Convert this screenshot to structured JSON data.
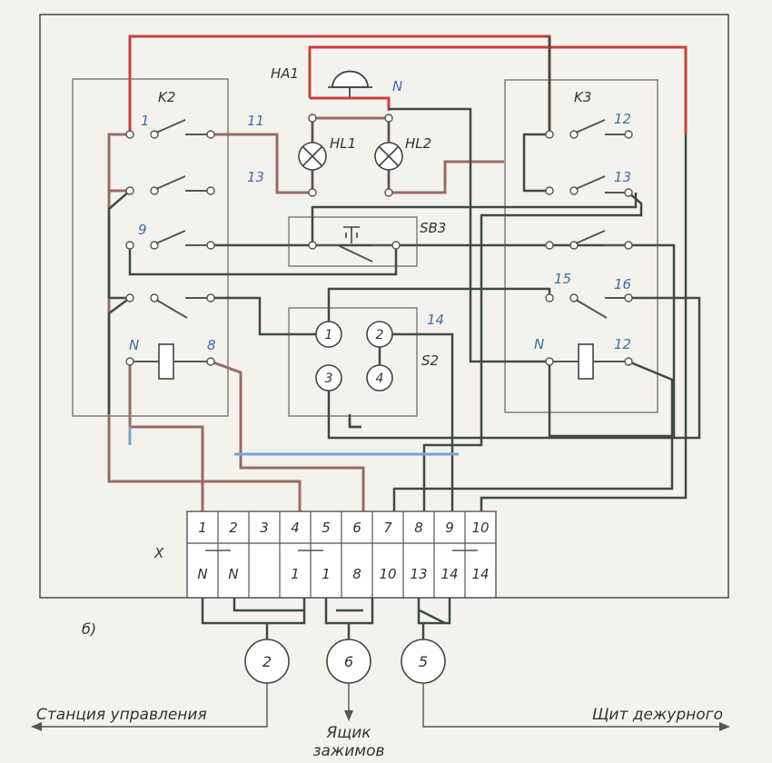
{
  "figure_letter": "б)",
  "components": {
    "alarm": "HA1",
    "neutral_top": "N",
    "relay_k2": "K2",
    "relay_k3": "K3",
    "lamp_1": "HL1",
    "lamp_2": "HL2",
    "button": "SB3",
    "switch": "S2",
    "terminal_block": "X"
  },
  "k2_contacts": [
    "1",
    "11",
    "13",
    "9",
    "N",
    "8"
  ],
  "k3_contacts": [
    "12",
    "13",
    "15",
    "16",
    "N",
    "12"
  ],
  "s2_label_num": "14",
  "s2_terminals": [
    "1",
    "2",
    "3",
    "4"
  ],
  "terminal_numbers": [
    "1",
    "2",
    "3",
    "4",
    "5",
    "6",
    "7",
    "8",
    "9",
    "10"
  ],
  "terminal_wires": [
    "N",
    "N",
    "",
    "1",
    "1",
    "8",
    "10",
    "13",
    "14",
    "14"
  ],
  "cables": [
    "2",
    "6",
    "5"
  ],
  "destinations": {
    "left": "Станция управления",
    "center_line1": "Ящик",
    "center_line2": "зажимов",
    "right": "Щит дежурного"
  }
}
